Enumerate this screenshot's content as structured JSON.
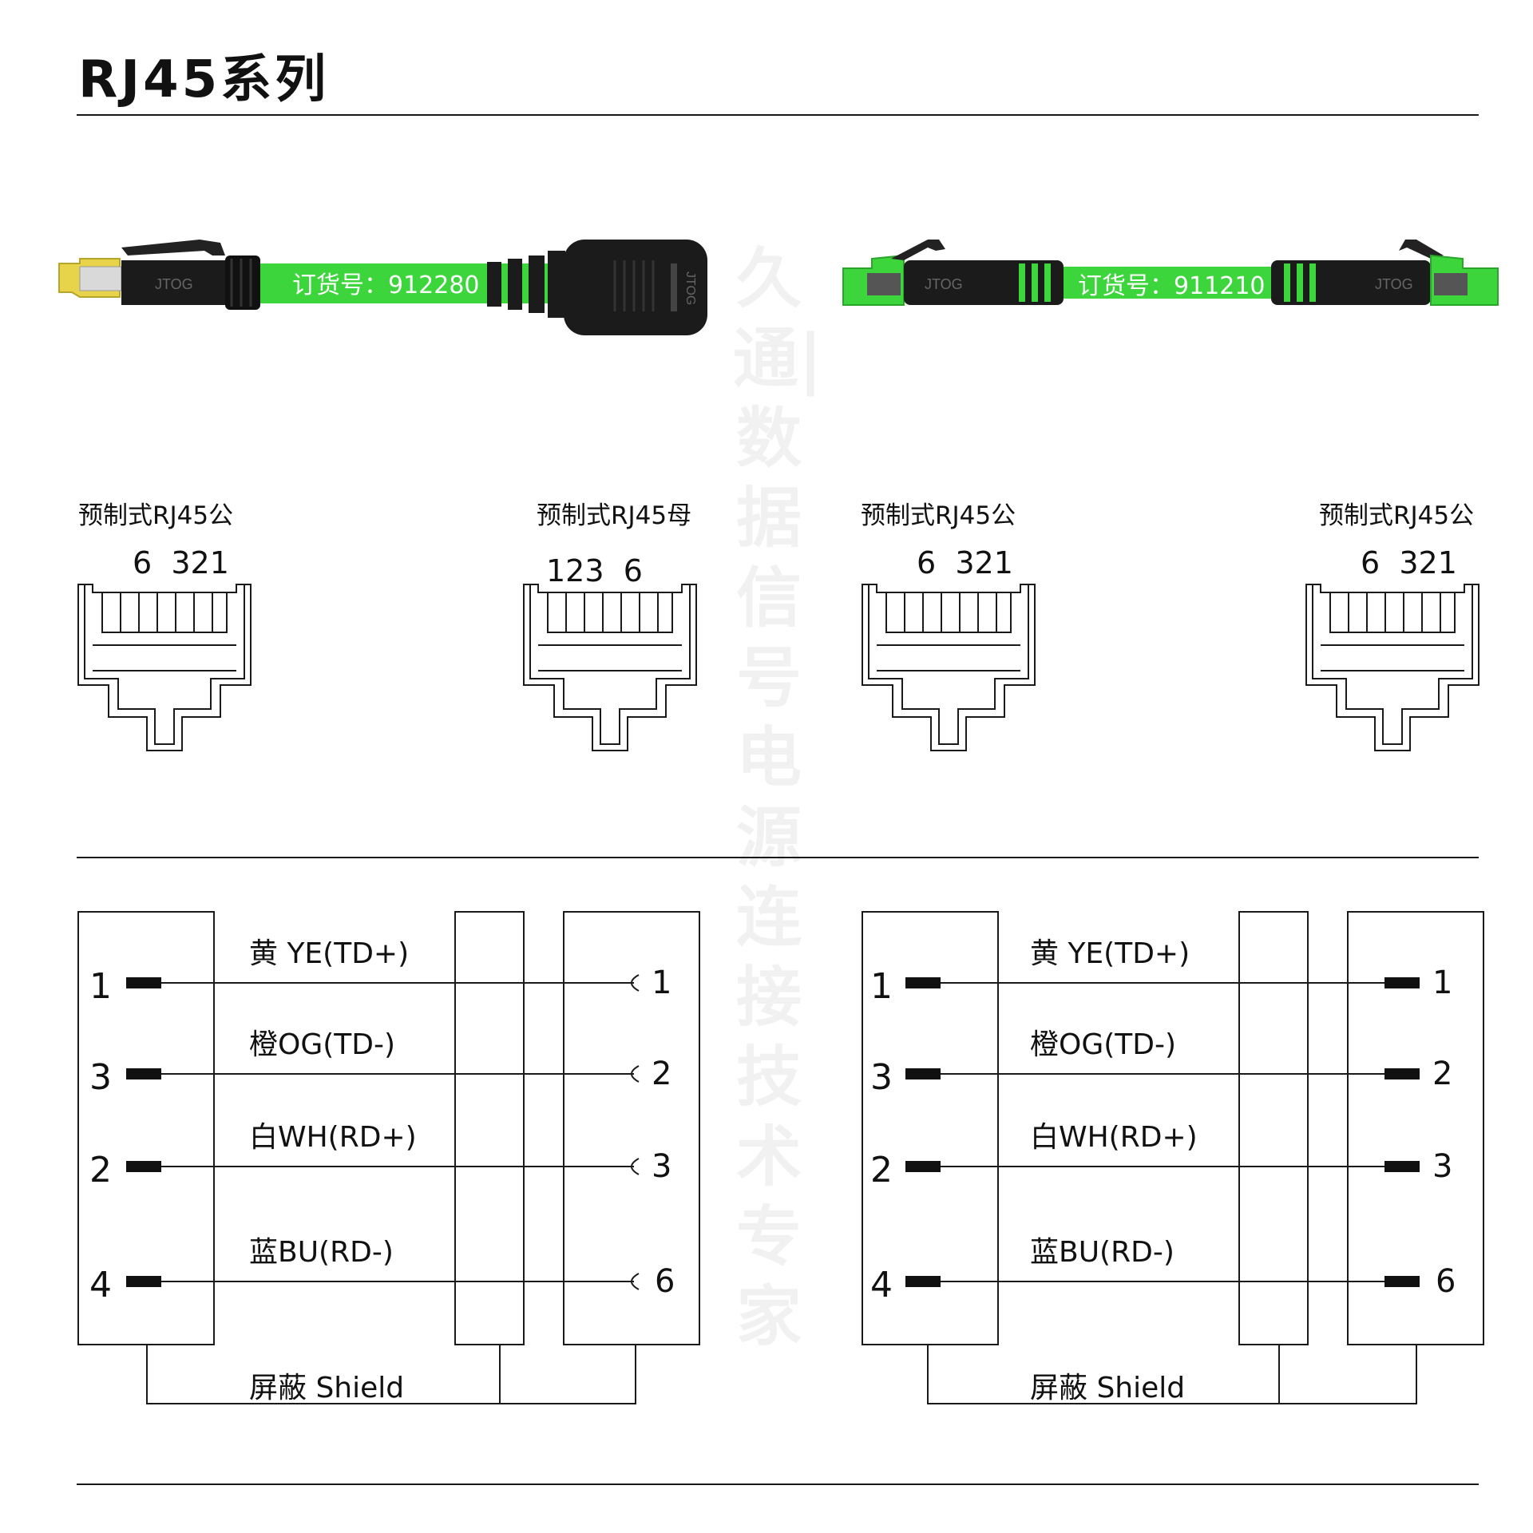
{
  "title": "RJ45系列",
  "watermark": "久通|数据信号电源连接技术专家",
  "cable_a": {
    "brand": "JTOG",
    "order_text": "订货号：912280"
  },
  "cable_b": {
    "brand": "JTOG",
    "order_text": "订货号：911210"
  },
  "connectors": [
    {
      "label": "预制式RJ45公",
      "pins": "6  321"
    },
    {
      "label": "预制式RJ45母",
      "pins": "123  6"
    },
    {
      "label": "预制式RJ45公",
      "pins": "6  321"
    },
    {
      "label": "预制式RJ45公",
      "pins": "6  321"
    }
  ],
  "wiring": [
    {
      "left_pins": [
        "1",
        "3",
        "2",
        "4"
      ],
      "right_pins": [
        "1",
        "2",
        "3",
        "6"
      ],
      "wires": [
        "黄 YE(TD+)",
        "橙OG(TD-)",
        "白WH(RD+)",
        "蓝BU(RD-)"
      ],
      "shield": "屏蔽 Shield"
    },
    {
      "left_pins": [
        "1",
        "3",
        "2",
        "4"
      ],
      "right_pins": [
        "1",
        "2",
        "3",
        "6"
      ],
      "wires": [
        "黄 YE(TD+)",
        "橙OG(TD-)",
        "白WH(RD+)",
        "蓝BU(RD-)"
      ],
      "shield": "屏蔽 Shield"
    }
  ],
  "colors": {
    "cable_green": "#3cd63c",
    "connector_black": "#1b1b1b",
    "plug_yellow": "#e7d44a",
    "line": "#1a1a1a"
  }
}
